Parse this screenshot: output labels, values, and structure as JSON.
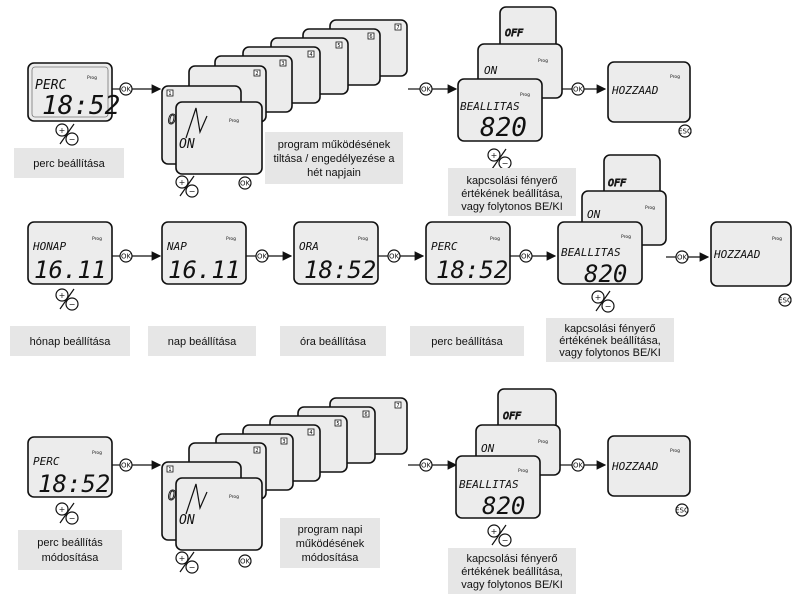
{
  "ok": "OK",
  "esc": "ESC",
  "plus": "+",
  "minus": "−",
  "prog": "Prog",
  "lcd": {
    "perc": "PERC",
    "time_1852": "18:52",
    "off": "OFF",
    "on": "ON",
    "beallitas": "BEALLITAS",
    "val_820": "820",
    "hozzaad": "HOZZAAD",
    "honap": "HONAP",
    "date_1611": "16.11",
    "nap": "NAP",
    "ora": "ORA"
  },
  "day_numbers": [
    "1",
    "2",
    "3",
    "4",
    "5",
    "6",
    "7"
  ],
  "captions": {
    "perc_beallitasa": "perc beállítása",
    "program_tiltasa": [
      "program működésének",
      "tiltása / engedélyezése a",
      "hét napjain"
    ],
    "fenyero_1": [
      "kapcsolási fényerő",
      "értékének beállítása,",
      "vagy folytonos BE/KI"
    ],
    "honap_beallitasa": "hónap beállítása",
    "nap_beallitasa": "nap beállítása",
    "ora_beallitasa": "óra beállítása",
    "perc_beallitasa_2": "perc beállítása",
    "fenyero_2": [
      "kapcsolási fényerő",
      "értékének beállítása,",
      "vagy folytonos BE/KI"
    ],
    "perc_modositasa": [
      "perc beállítás",
      "módosítása"
    ],
    "program_napi": [
      "program napi",
      "működésének",
      "módosítása"
    ],
    "fenyero_3": [
      "kapcsolási fényerő",
      "értékének beállítása,",
      "vagy folytonos BE/KI"
    ]
  }
}
